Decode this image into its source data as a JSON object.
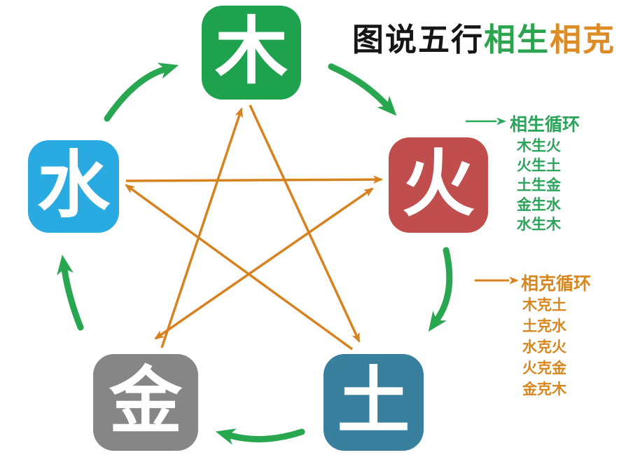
{
  "title": {
    "black": "图说五行",
    "green": "相生",
    "orange": "相克"
  },
  "elements": {
    "wood": {
      "label": "木",
      "color": "#1fa24e"
    },
    "fire": {
      "label": "火",
      "color": "#bf4e4c"
    },
    "earth": {
      "label": "土",
      "color": "#38809e"
    },
    "metal": {
      "label": "金",
      "color": "#868686"
    },
    "water": {
      "label": "水",
      "color": "#29aae1"
    }
  },
  "generating_cycle": {
    "heading": "相生循环",
    "color": "#2aa45a",
    "arrow_color": "#28a750",
    "items": [
      "木生火",
      "火生土",
      "土生金",
      "金生水",
      "水生木"
    ]
  },
  "overcoming_cycle": {
    "heading": "相克循环",
    "color": "#d8871f",
    "arrow_color": "#d8821f",
    "items": [
      "木克土",
      "土克水",
      "水克火",
      "火克金",
      "金克木"
    ]
  }
}
